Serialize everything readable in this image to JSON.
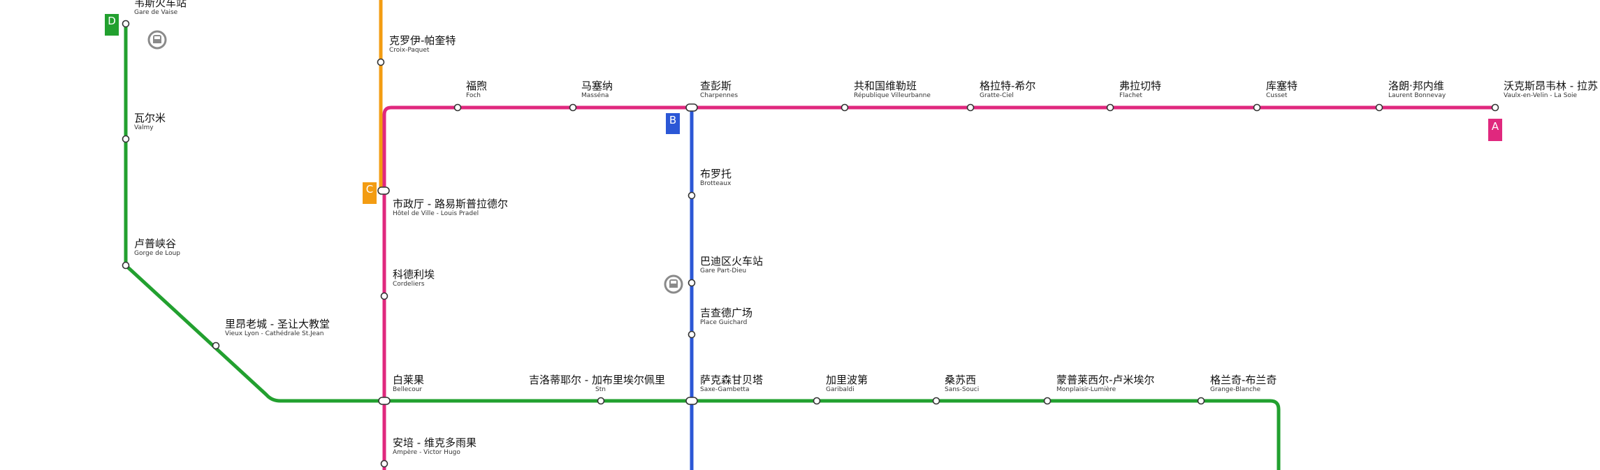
{
  "lines": {
    "A": {
      "label": "A",
      "color": "#e0287e"
    },
    "B": {
      "label": "B",
      "color": "#2b57d6"
    },
    "C": {
      "label": "C",
      "color": "#f39c12"
    },
    "D": {
      "label": "D",
      "color": "#22a02f"
    }
  },
  "stations": {
    "gare_de_vaise": {
      "zh": "韦斯火车站",
      "fr": "Gare de Vaise"
    },
    "valmy": {
      "zh": "瓦尔米",
      "fr": "Valmy"
    },
    "gorge_de_loup": {
      "zh": "卢普峡谷",
      "fr": "Gorge de Loup"
    },
    "vieux_lyon": {
      "zh": "里昂老城 - 圣让大教堂",
      "fr": "Vieux Lyon - Cathédrale St.Jean"
    },
    "croix_paquet": {
      "zh": "克罗伊-帕奎特",
      "fr": "Croix-Paquet"
    },
    "hotel_de_ville": {
      "zh": "市政厅 - 路易斯普拉德尔",
      "fr": "Hôtel de Ville - Louis Pradel"
    },
    "cordeliers": {
      "zh": "科德利埃",
      "fr": "Cordeliers"
    },
    "bellecour": {
      "zh": "白莱果",
      "fr": "Bellecour"
    },
    "ampere": {
      "zh": "安培 - 维克多雨果",
      "fr": "Ampère - Victor Hugo"
    },
    "foch": {
      "zh": "福煦",
      "fr": "Foch"
    },
    "massena": {
      "zh": "马塞纳",
      "fr": "Masséna"
    },
    "charpennes": {
      "zh": "查彭斯",
      "fr": "Charpennes"
    },
    "republique": {
      "zh": "共和国维勒班",
      "fr": "République Villeurbanne"
    },
    "gratte_ciel": {
      "zh": "格拉特-希尔",
      "fr": "Gratte-Ciel"
    },
    "flachet": {
      "zh": "弗拉切特",
      "fr": "Flachet"
    },
    "cusset": {
      "zh": "库塞特",
      "fr": "Cusset"
    },
    "laurent_bonnevay": {
      "zh": "洛朗·邦内维",
      "fr": "Laurent Bonnevay"
    },
    "vaulx_en_velin": {
      "zh": "沃克斯昂韦林 - 拉苏",
      "fr": "Vaulx-en-Velin - La Soie"
    },
    "brotteaux": {
      "zh": "布罗托",
      "fr": "Brotteaux"
    },
    "part_dieu": {
      "zh": "巴迪区火车站",
      "fr": "Gare Part-Dieu"
    },
    "guichard": {
      "zh": "吉查德广场",
      "fr": "Place Guichard"
    },
    "guillotiere": {
      "zh": "吉洛蒂耶尔 - 加布里埃尔佩里",
      "fr": "Stn"
    },
    "saxe_gambetta": {
      "zh": "萨克森甘贝塔",
      "fr": "Saxe-Gambetta"
    },
    "garibaldi": {
      "zh": "加里波第",
      "fr": "Garibaldi"
    },
    "sans_souci": {
      "zh": "桑苏西",
      "fr": "Sans-Souci"
    },
    "monplaisir": {
      "zh": "蒙普莱西尔-卢米埃尔",
      "fr": "Monplaisir-Lumière"
    },
    "grange_blanche": {
      "zh": "格兰奇-布兰奇",
      "fr": "Grange-Blanche"
    }
  },
  "icons": {
    "rail": "mainline-rail-station-icon"
  }
}
